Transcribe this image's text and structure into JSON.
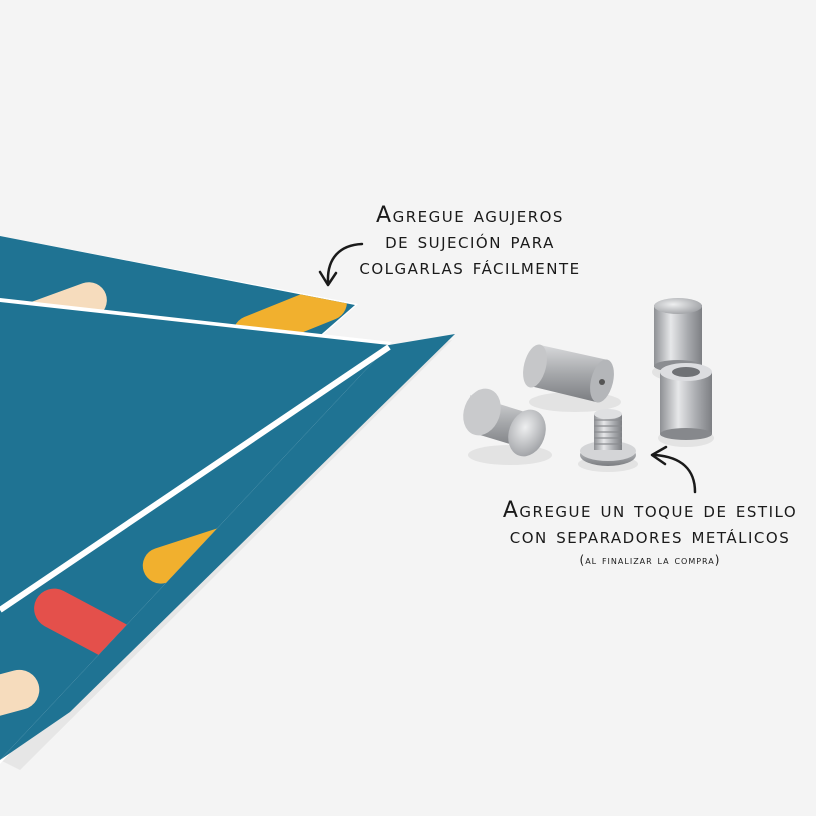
{
  "captions": {
    "holes": {
      "line1": "Agregue agujeros",
      "line2": "de sujeción para",
      "line3": "colgarlas fácilmente"
    },
    "standoffs": {
      "line1": "Agregue un toque de estilo",
      "line2": "con separadores metálicos",
      "note": "(al finalizar la compra)"
    }
  },
  "colors": {
    "background": "#f4f4f4",
    "panel": "#1f7393",
    "accent_yellow": "#f1b02e",
    "accent_cream": "#f6dcbd",
    "accent_red": "#e4504b",
    "metal": "#b8babd"
  },
  "icons": [
    "curved-arrow-down-icon",
    "curved-arrow-left-icon"
  ]
}
